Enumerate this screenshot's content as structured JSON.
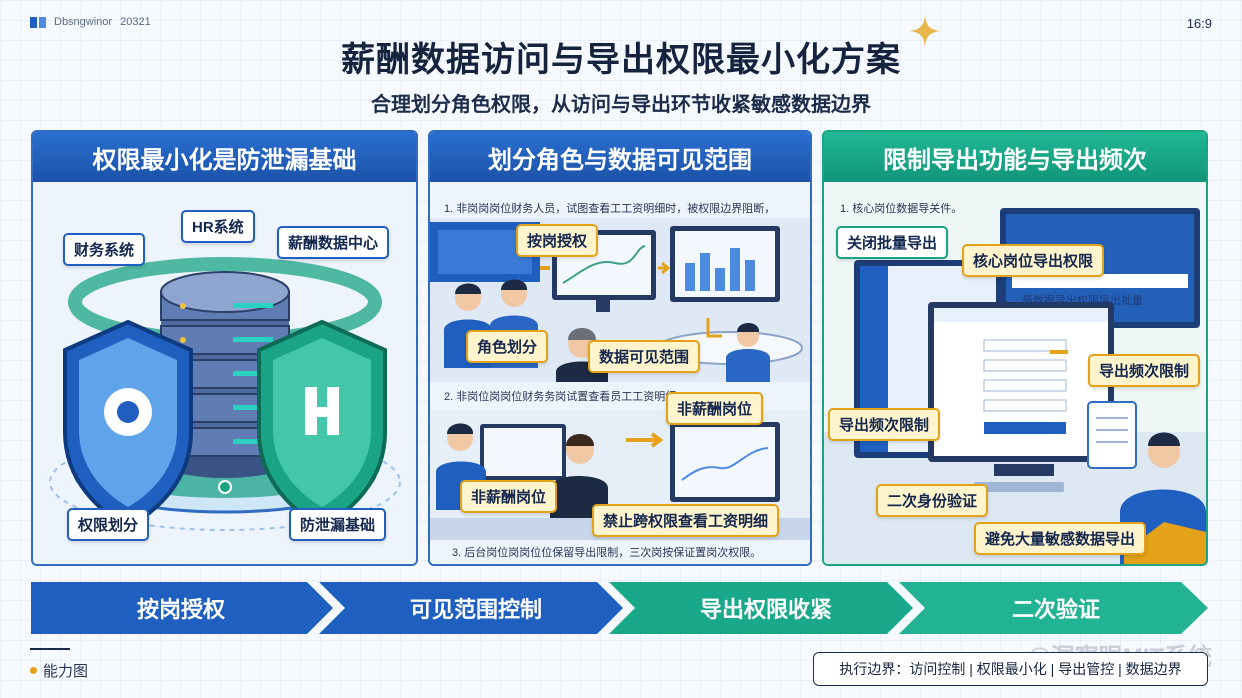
{
  "header": {
    "brand": "Dbsngwinor",
    "year": "20321",
    "ratio": "16:9",
    "title": "薪酬数据访问与导出权限最小化方案",
    "subtitle": "合理划分角色权限，从访问与导出环节收紧敏感数据边界"
  },
  "panels": [
    {
      "title": "权限最小化是防泄漏基础",
      "tags": [
        "HR系统",
        "财务系统",
        "薪酬数据中心",
        "权限划分",
        "防泄漏基础"
      ]
    },
    {
      "title": "划分角色与数据可见范围",
      "captions": [
        "1. 非岗岗岗位财务人员，试图查看工工资明细时，被权限边界阻断，",
        "2. 非岗位岗岗位财务务岗试置查看员工工资明细",
        "3. 后台岗位岗岗位位保留导出限制，三次岗按保证置岗次权限。"
      ],
      "tags": [
        "按岗授权",
        "角色划分",
        "数据可见范围",
        "非薪酬岗位",
        "非薪酬岗位",
        "禁止跨权限查看工资明细"
      ]
    },
    {
      "title": "限制导出功能与导出频次",
      "captions": [
        "1. 核心岗位数据导关件。"
      ],
      "tags": [
        "关闭批量导出",
        "核心岗位导出权限",
        "导出频次限制",
        "导出频次限制",
        "二次身份验证",
        "避免大量敏感数据导出"
      ],
      "screen_text": "最数据导出权限导出批量"
    }
  ],
  "steps": [
    "按岗授权",
    "可见范围控制",
    "导出权限收紧",
    "二次验证"
  ],
  "footer": {
    "label": "能力图",
    "summary": "执行边界：访问控制 | 权限最小化 | 导出管控 | 数据边界",
    "watermark": "@洞察眼MIT系统"
  },
  "colors": {
    "blue": "#1f5fbf",
    "teal": "#1aa485",
    "yellow": "#e3a21a"
  }
}
